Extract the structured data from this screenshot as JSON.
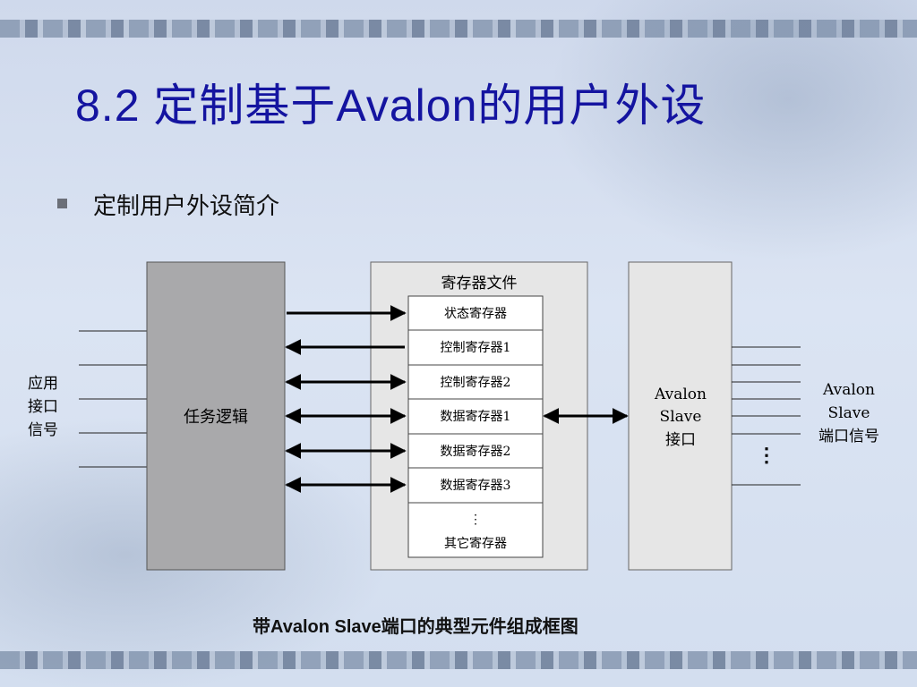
{
  "slide": {
    "title": "8.2 定制基于Avalon的用户外设",
    "bullet": "定制用户外设简介",
    "caption": "带Avalon Slave端口的典型元件组成框图"
  },
  "diagram": {
    "left_signals_label": [
      "应用",
      "接口",
      "信号"
    ],
    "task_logic": "任务逻辑",
    "register_file": {
      "title": "寄存器文件",
      "registers": [
        "状态寄存器",
        "控制寄存器1",
        "控制寄存器2",
        "数据寄存器1",
        "数据寄存器2",
        "数据寄存器3"
      ],
      "ellipsis": "⋮",
      "other": "其它寄存器"
    },
    "avalon_interface": [
      "Avalon",
      "Slave",
      "接口"
    ],
    "right_signals_label": [
      "Avalon",
      "Slave",
      "端口信号"
    ],
    "right_ellipsis": "⋮",
    "arrows": [
      "right",
      "left",
      "both",
      "both",
      "both",
      "both"
    ]
  }
}
